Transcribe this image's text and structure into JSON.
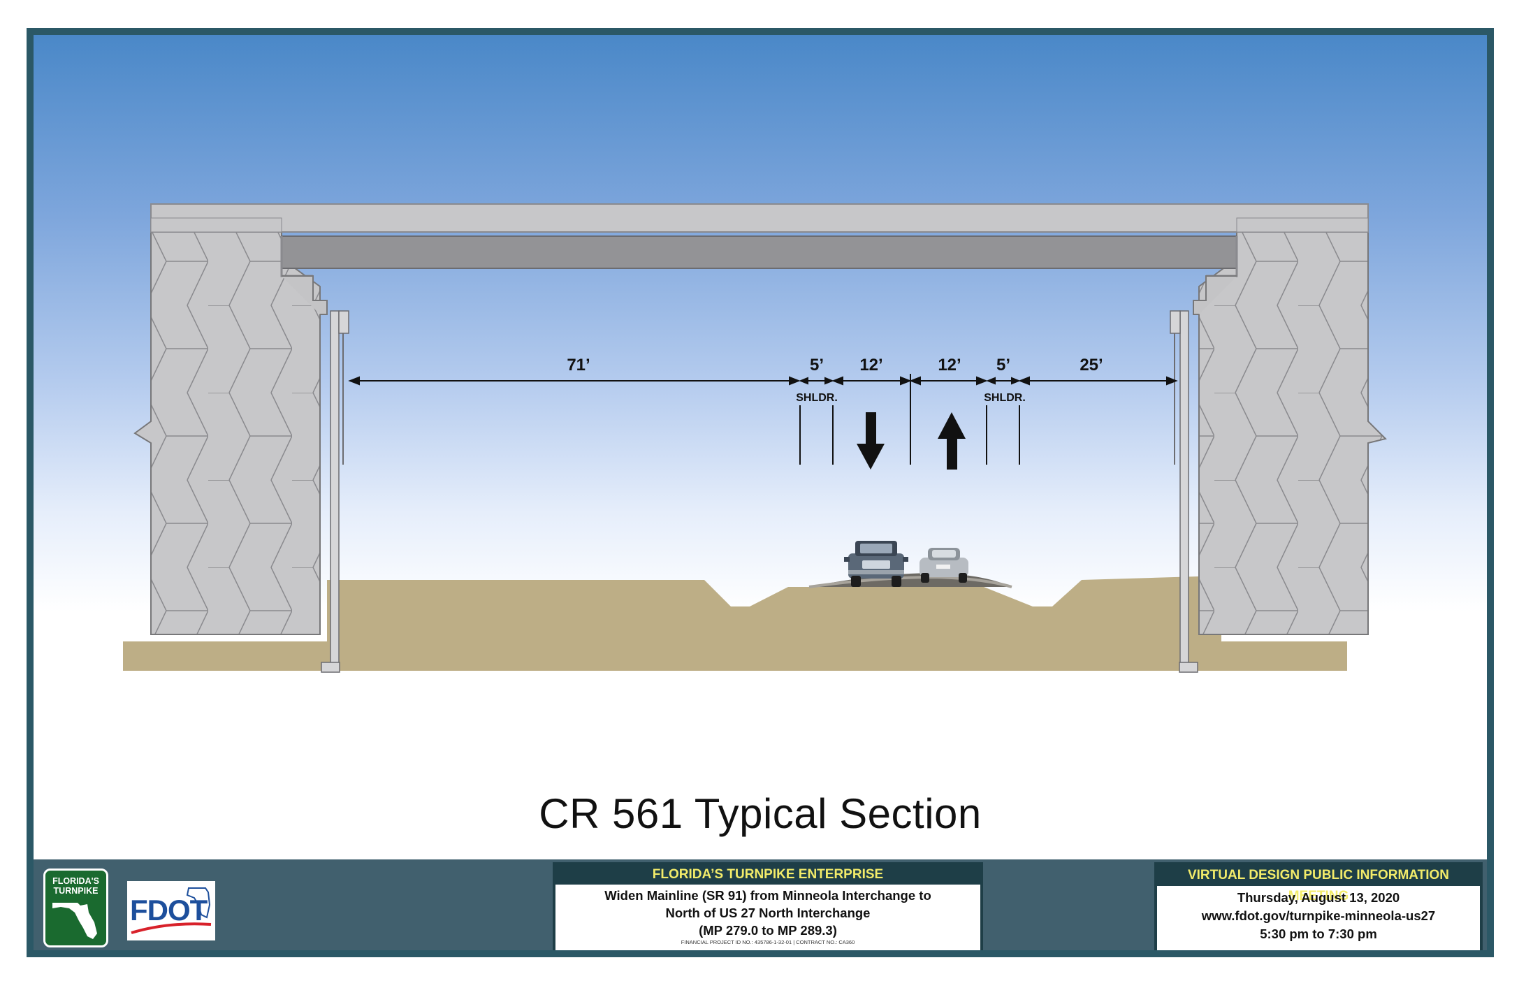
{
  "title": "CR 561 Typical Section",
  "dimensions": {
    "d71": "71’",
    "d5a": "5’",
    "d12a": "12’",
    "d12b": "12’",
    "d5b": "5’",
    "d25": "25’",
    "shldr_left": "SHLDR.",
    "shldr_right": "SHLDR."
  },
  "footer": {
    "logo_turnpike_text": "FLORIDA'S TURNPIKE",
    "logo_fdot_text": "FDOT",
    "center": {
      "header": "FLORIDA’S TURNPIKE ENTERPRISE",
      "line1": "Widen Mainline (SR 91) from Minneola Interchange to",
      "line2": "North of US 27 North Interchange",
      "line3": "(MP 279.0 to MP 289.3)",
      "small": "FINANCIAL PROJECT ID NO.: 435786-1-32-01 | CONTRACT NO.: CA360"
    },
    "right": {
      "header": "VIRTUAL DESIGN PUBLIC INFORMATION MEETING",
      "line1": "Thursday, August 13, 2020",
      "line2": "www.fdot.gov/turnpike-minneola-us27",
      "line3": "5:30 pm to 7:30 pm"
    }
  },
  "colors": {
    "frame": "#2b5866",
    "footer": "#41606e",
    "accent_yellow": "#f3ec6a",
    "ground": "#bdae86",
    "concrete": "#c4c4c6",
    "girder": "#939396"
  }
}
